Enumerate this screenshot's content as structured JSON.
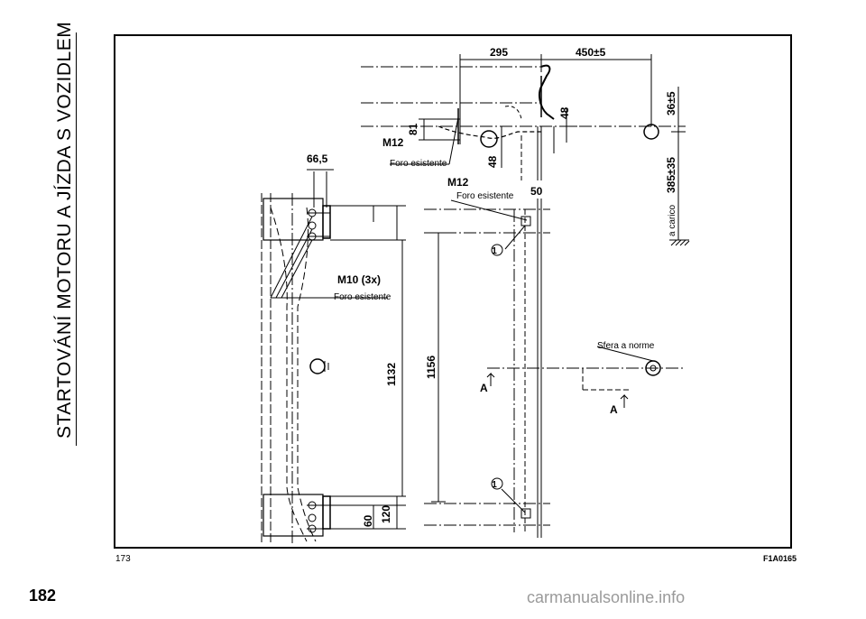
{
  "section_title": "STARTOVÁNÍ MOTORU A JÍZDA S VOZIDLEM",
  "figure_number": "173",
  "figure_code": "F1A0165",
  "page_number": "182",
  "watermark": "carmanualsonline.info",
  "drawing": {
    "dim_295": "295",
    "dim_450": "450±5",
    "dim_36": "36±5",
    "dim_385": "385±35",
    "dim_a_carico": "a carico",
    "dim_81": "81",
    "dim_48_top": "48",
    "dim_48_side": "48",
    "dim_50": "50",
    "dim_66_5": "66,5",
    "dim_1132": "1132",
    "dim_1156": "1156",
    "dim_60": "60",
    "dim_120": "120",
    "label_m12_left": "M12",
    "label_foro_1": "Foro esistente",
    "label_m12_center": "M12",
    "label_foro_2": "Foro esistente",
    "label_m10": "M10 (3x)",
    "label_foro_3": "Foro esistente",
    "label_sfera": "Sfera a norme",
    "callout_1_top": "1",
    "callout_1_bottom": "1",
    "section_a_left": "A",
    "section_a_right": "A"
  }
}
